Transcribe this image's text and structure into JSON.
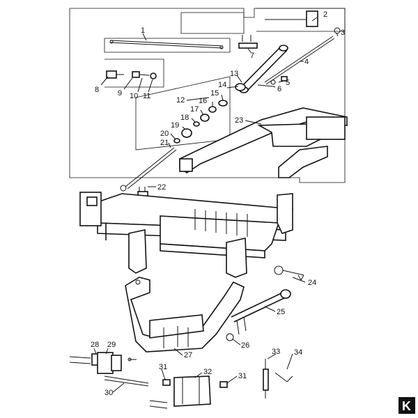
{
  "diagram": {
    "callouts": [
      {
        "id": "1",
        "label": "1"
      },
      {
        "id": "2",
        "label": "2"
      },
      {
        "id": "3",
        "label": "3"
      },
      {
        "id": "4",
        "label": "4"
      },
      {
        "id": "5",
        "label": "5"
      },
      {
        "id": "6",
        "label": "6"
      },
      {
        "id": "7",
        "label": "7"
      },
      {
        "id": "8",
        "label": "8"
      },
      {
        "id": "9",
        "label": "9"
      },
      {
        "id": "10",
        "label": "10"
      },
      {
        "id": "11",
        "label": "11"
      },
      {
        "id": "12",
        "label": "12"
      },
      {
        "id": "13",
        "label": "13"
      },
      {
        "id": "14",
        "label": "14"
      },
      {
        "id": "15",
        "label": "15"
      },
      {
        "id": "16",
        "label": "16"
      },
      {
        "id": "17",
        "label": "17"
      },
      {
        "id": "18",
        "label": "18"
      },
      {
        "id": "19",
        "label": "19"
      },
      {
        "id": "20",
        "label": "20"
      },
      {
        "id": "21",
        "label": "21"
      },
      {
        "id": "22",
        "label": "22"
      },
      {
        "id": "23",
        "label": "23"
      },
      {
        "id": "24",
        "label": "24"
      },
      {
        "id": "25",
        "label": "25"
      },
      {
        "id": "26",
        "label": "26"
      },
      {
        "id": "27",
        "label": "27"
      },
      {
        "id": "28",
        "label": "28"
      },
      {
        "id": "29",
        "label": "29"
      },
      {
        "id": "30",
        "label": "30"
      },
      {
        "id": "31a",
        "label": "31"
      },
      {
        "id": "31b",
        "label": "31"
      },
      {
        "id": "32",
        "label": "32"
      },
      {
        "id": "33",
        "label": "33"
      },
      {
        "id": "34",
        "label": "34"
      }
    ],
    "logo": {
      "letter": "K",
      "background_color": "#111111",
      "letter_color": "#ffffff"
    }
  }
}
